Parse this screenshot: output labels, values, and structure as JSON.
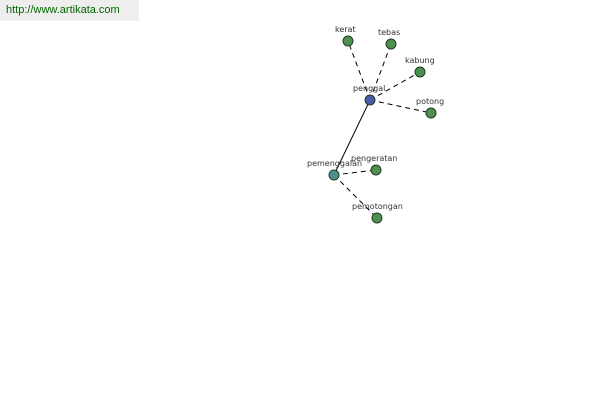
{
  "source": {
    "url_text": "http://www.artikata.com"
  },
  "colors": {
    "center_node": "#4a5aa8",
    "hub_node": "#4f8f8f",
    "leaf_node": "#4f8f4f",
    "link_text": "#006600"
  },
  "graph": {
    "nodes": [
      {
        "id": "penggal",
        "label": "penggal",
        "role": "center"
      },
      {
        "id": "pemenggalan",
        "label": "pemenggalan",
        "role": "hub"
      },
      {
        "id": "kerat",
        "label": "kerat",
        "role": "leaf"
      },
      {
        "id": "tebas",
        "label": "tebas",
        "role": "leaf"
      },
      {
        "id": "kabung",
        "label": "kabung",
        "role": "leaf"
      },
      {
        "id": "potong",
        "label": "potong",
        "role": "leaf"
      },
      {
        "id": "pengeratan",
        "label": "pengeratan",
        "role": "leaf"
      },
      {
        "id": "pemotongan",
        "label": "pemotongan",
        "role": "leaf"
      }
    ],
    "edges": [
      {
        "from": "penggal",
        "to": "pemenggalan",
        "style": "solid"
      },
      {
        "from": "penggal",
        "to": "kerat",
        "style": "dashed"
      },
      {
        "from": "penggal",
        "to": "tebas",
        "style": "dashed"
      },
      {
        "from": "penggal",
        "to": "kabung",
        "style": "dashed"
      },
      {
        "from": "penggal",
        "to": "potong",
        "style": "dashed"
      },
      {
        "from": "pemenggalan",
        "to": "pengeratan",
        "style": "dashed"
      },
      {
        "from": "pemenggalan",
        "to": "pemotongan",
        "style": "dashed"
      }
    ]
  }
}
